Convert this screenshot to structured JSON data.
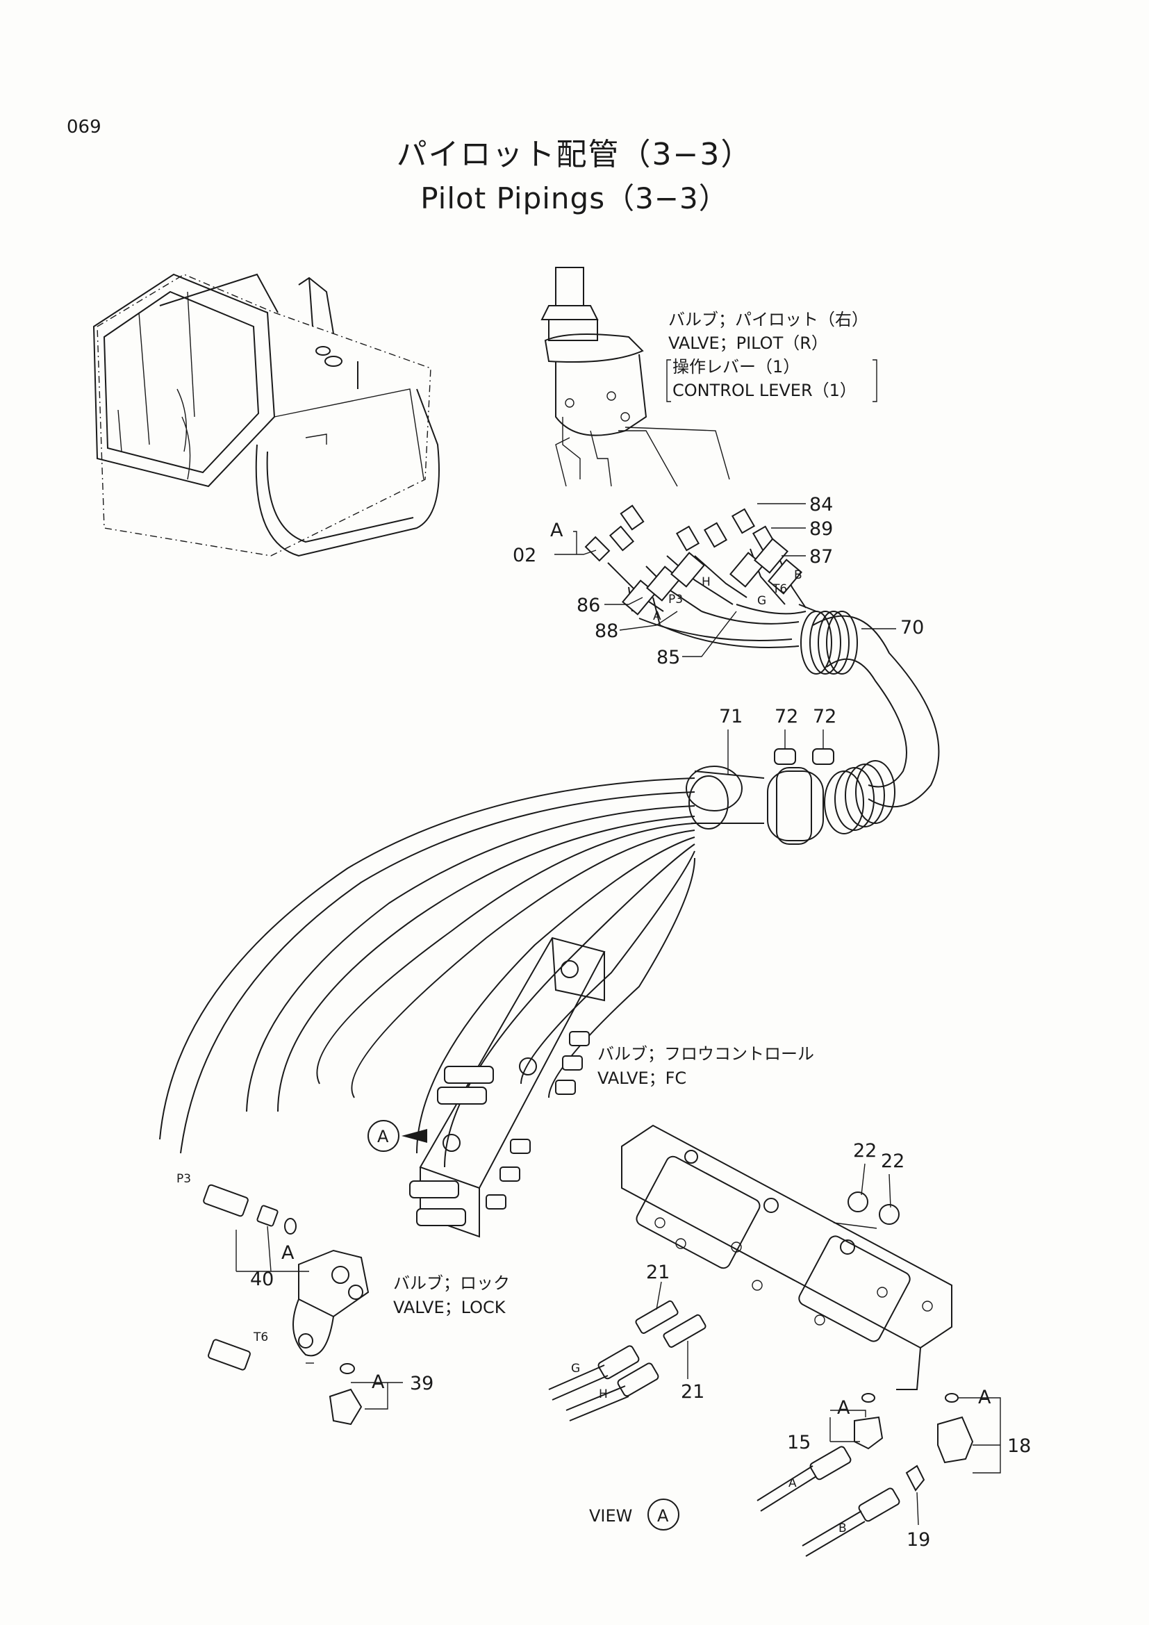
{
  "page": {
    "number": "069"
  },
  "title": {
    "jp": "パイロット配管（3−3）",
    "en": "Pilot Pipings（3−3）"
  },
  "components": {
    "valve_pilot": {
      "jp": "バルブ；パイロット（右）",
      "en": "VALVE；PILOT（R）",
      "sub_jp": "操作レバー（1）",
      "sub_en": "CONTROL LEVER（1）"
    },
    "valve_fc": {
      "jp": "バルブ；フロウコントロール",
      "en": "VALVE；FC"
    },
    "valve_lock": {
      "jp": "バルブ；ロック",
      "en": "VALVE；LOCK"
    },
    "view_label": "VIEW",
    "view_ref": "A"
  },
  "part_numbers": {
    "p02": "02",
    "p84": "84",
    "p89": "89",
    "p87": "87",
    "p86": "86",
    "p88": "88",
    "p85": "85",
    "p70": "70",
    "p71": "71",
    "p72a": "72",
    "p72b": "72",
    "p22a": "22",
    "p22b": "22",
    "p21a": "21",
    "p21b": "21",
    "p40": "40",
    "p39": "39",
    "p15": "15",
    "p18": "18",
    "p19": "19"
  },
  "port_marks": {
    "a": "A",
    "p3": "P3",
    "h": "H",
    "g": "G",
    "t6": "T6",
    "b": "B"
  }
}
